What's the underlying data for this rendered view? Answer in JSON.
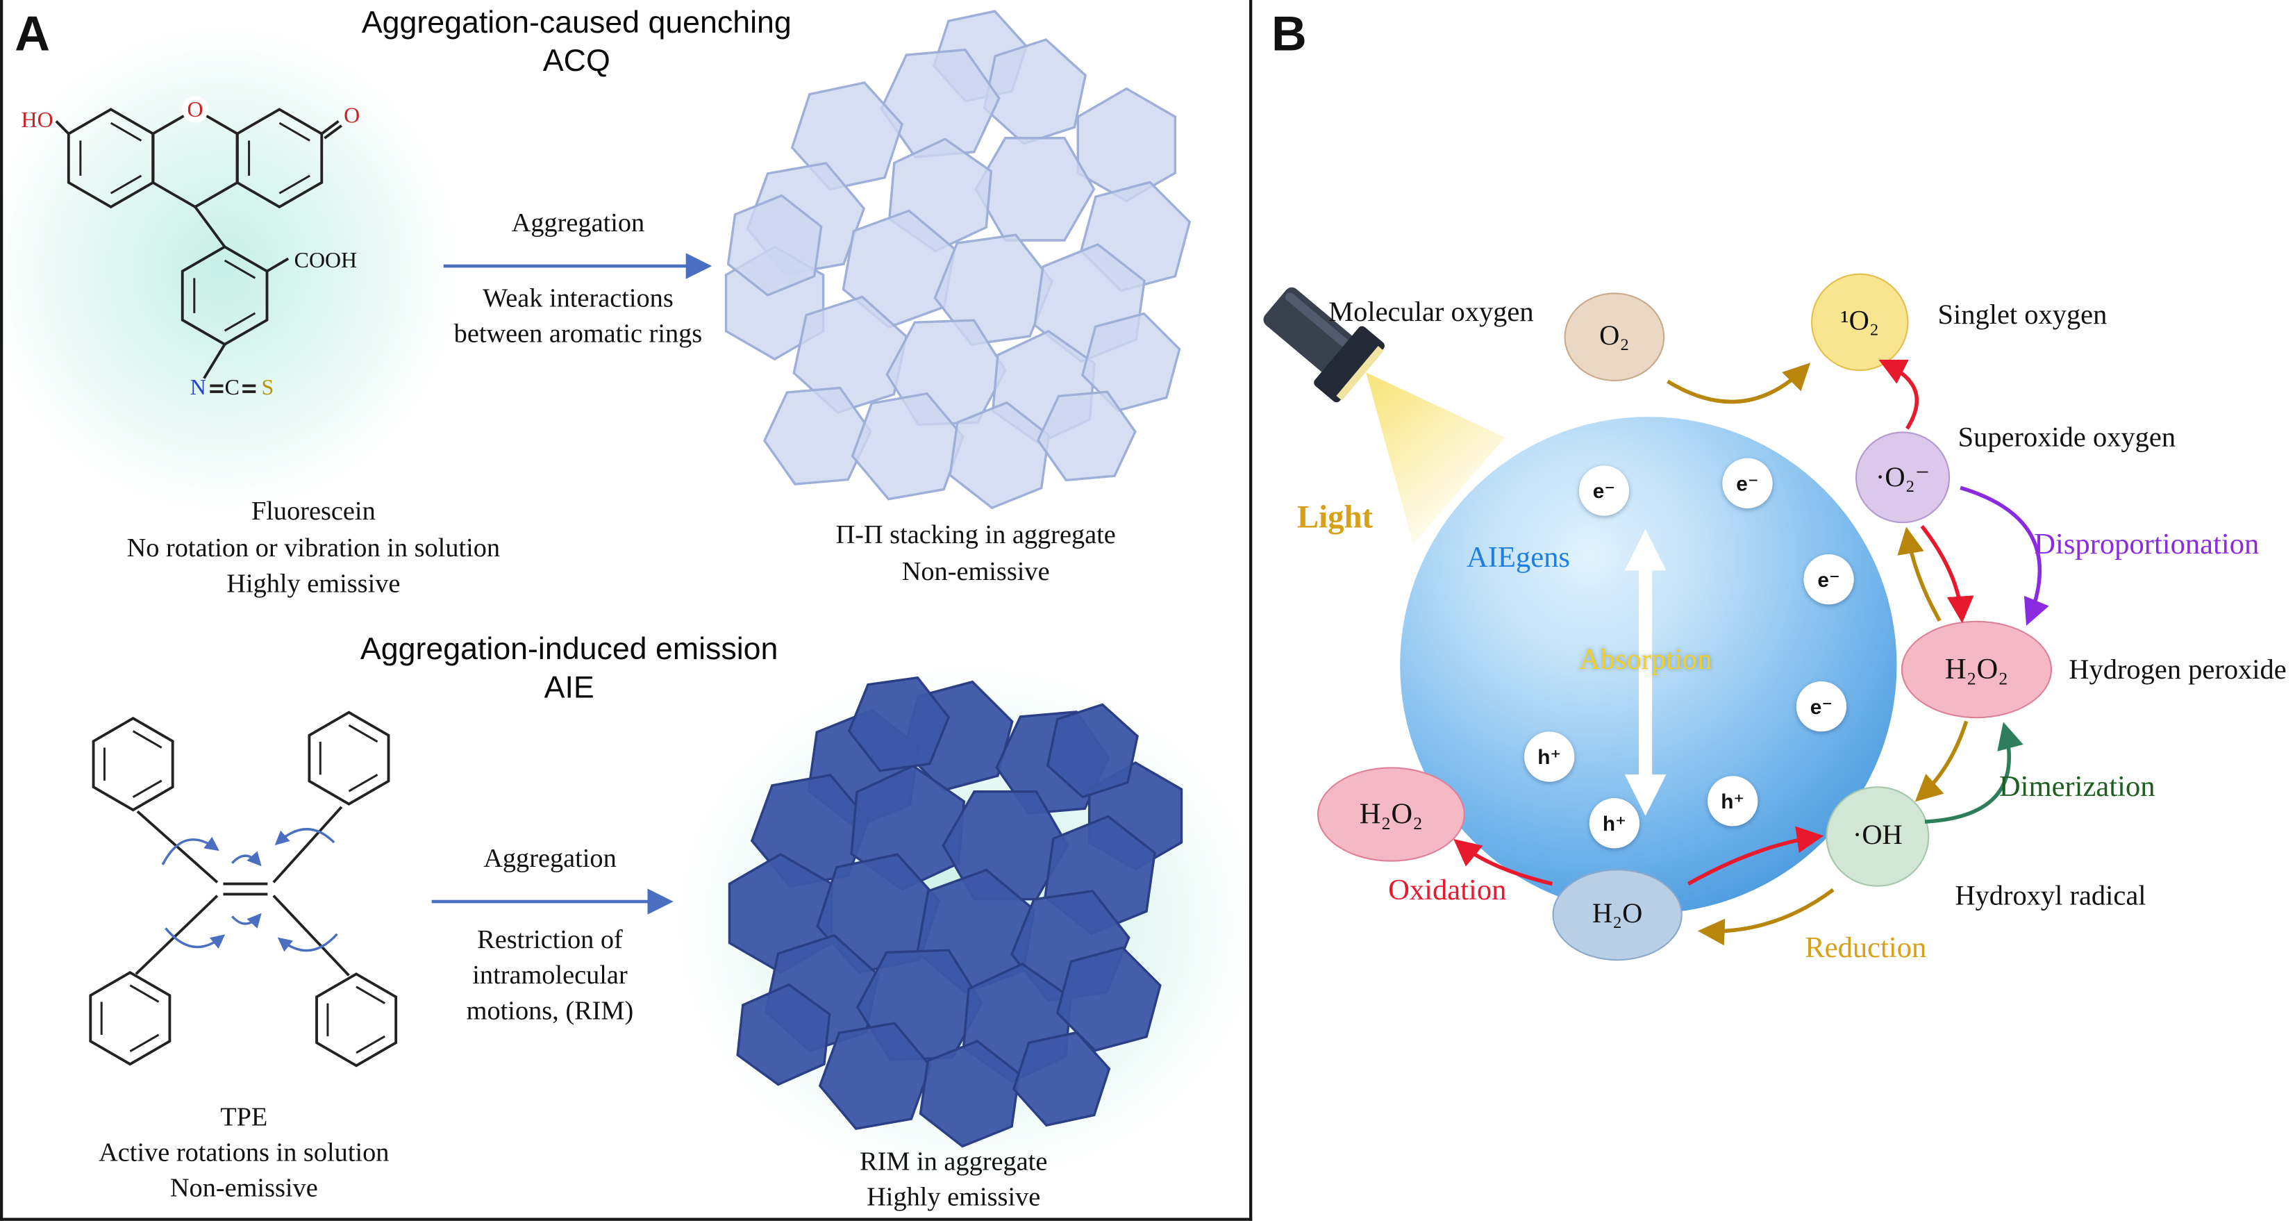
{
  "panelA": {
    "label": "A",
    "acq": {
      "title1": "Aggregation-caused quenching",
      "title2": "ACQ",
      "molecule": {
        "ho": "HO",
        "o_ring": "O",
        "o_keto": "O",
        "cooh": "COOH",
        "n": "N",
        "c": "C",
        "s": "S"
      },
      "caption1": "Fluorescein",
      "caption2": "No rotation or vibration in solution",
      "caption3": "Highly emissive",
      "arrow_top": "Aggregation",
      "arrow_bottom1": "Weak interactions",
      "arrow_bottom2": "between aromatic rings",
      "agg_caption1": "Π-Π stacking in aggregate",
      "agg_caption2": "Non-emissive"
    },
    "aie": {
      "title1": "Aggregation-induced emission",
      "title2": "AIE",
      "caption1": "TPE",
      "caption2": "Active rotations in solution",
      "caption3": "Non-emissive",
      "arrow_top": "Aggregation",
      "arrow_bottom1": "Restriction of",
      "arrow_bottom2": "intramolecular",
      "arrow_bottom3": "motions, (RIM)",
      "agg_caption1": "RIM in aggregate",
      "agg_caption2": "Highly emissive"
    }
  },
  "panelB": {
    "label": "B",
    "light": "Light",
    "aiegens": "AIEgens",
    "absorption": "Absorption",
    "electron": "e⁻",
    "hole": "h⁺",
    "species": {
      "o2": "O₂",
      "singlet": "¹O₂",
      "superoxide": "·O₂⁻",
      "h2o2": "H₂O₂",
      "oh": "·OH",
      "h2o": "H₂O"
    },
    "labels": {
      "molecular_oxygen": "Molecular oxygen",
      "singlet_oxygen": "Singlet oxygen",
      "superoxide_oxygen": "Superoxide oxygen",
      "disproportionation": "Disproportionation",
      "hydrogen_peroxide": "Hydrogen peroxide",
      "dimerization": "Dimerization",
      "hydroxyl_radical": "Hydroxyl radical",
      "reduction": "Reduction",
      "oxidation": "Oxidation"
    },
    "colors": {
      "light": "#d8a018",
      "aiegens": "#1e7fe0",
      "absorption": "#f2d023",
      "disproportionation": "#8a2be2",
      "dimerization": "#1b5e20",
      "oxidation": "#e8192c",
      "reduction": "#d8a018",
      "sphere": "#4495dc",
      "hexagon_light": "#ccd7ef",
      "hexagon_dark": "#3d57a8"
    }
  }
}
